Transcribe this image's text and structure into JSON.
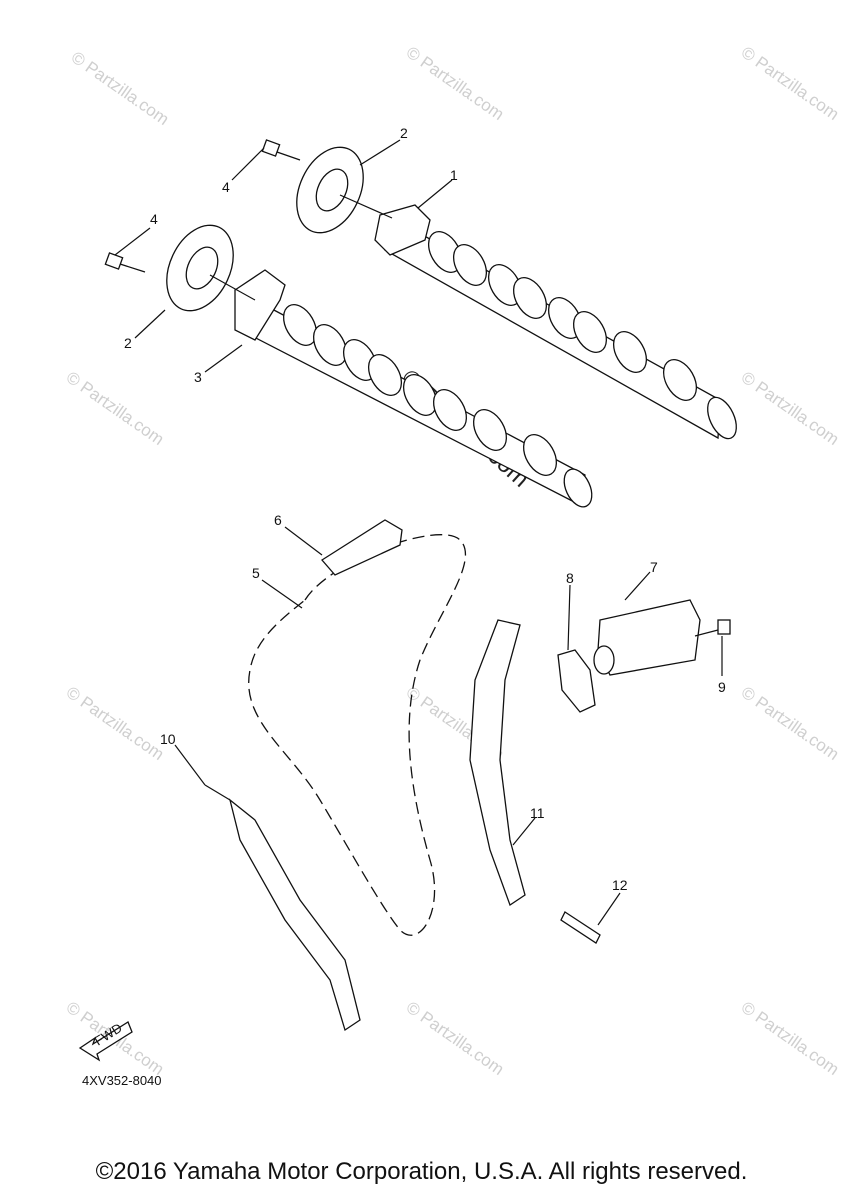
{
  "diagram": {
    "callouts": [
      {
        "id": "c1",
        "text": "1"
      },
      {
        "id": "c2a",
        "text": "2"
      },
      {
        "id": "c2b",
        "text": "2"
      },
      {
        "id": "c3",
        "text": "3"
      },
      {
        "id": "c4a",
        "text": "4"
      },
      {
        "id": "c4b",
        "text": "4"
      },
      {
        "id": "c5",
        "text": "5"
      },
      {
        "id": "c6",
        "text": "6"
      },
      {
        "id": "c7",
        "text": "7"
      },
      {
        "id": "c8",
        "text": "8"
      },
      {
        "id": "c9",
        "text": "9"
      },
      {
        "id": "c10",
        "text": "10"
      },
      {
        "id": "c11",
        "text": "11"
      },
      {
        "id": "c12",
        "text": "12"
      }
    ],
    "diagram_code": "4XV352-8040",
    "fwd_label": "FWD",
    "watermark_text": "© Partzilla.com",
    "watermark_center": "© Partzilla.com"
  },
  "footer": {
    "copyright": "©2016 Yamaha Motor Corporation, U.S.A. All rights reserved."
  }
}
